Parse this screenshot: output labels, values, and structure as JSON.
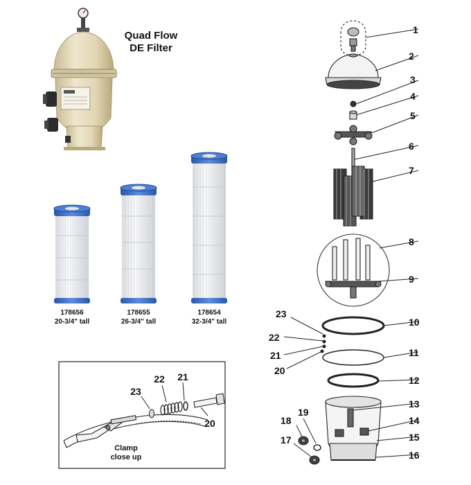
{
  "title": {
    "line1": "Quad Flow",
    "line2": "DE Filter"
  },
  "cartridges": [
    {
      "part": "178656",
      "height": "20-3/4\" tall"
    },
    {
      "part": "178655",
      "height": "26-3/4\" tall"
    },
    {
      "part": "178654",
      "height": "32-3/4\" tall"
    }
  ],
  "inset": {
    "caption_line1": "Clamp",
    "caption_line2": "close up",
    "callouts": [
      "23",
      "22",
      "21",
      "20"
    ]
  },
  "callouts": [
    "1",
    "2",
    "3",
    "4",
    "5",
    "6",
    "7",
    "8",
    "9",
    "10",
    "11",
    "12",
    "13",
    "14",
    "15",
    "16",
    "17",
    "18",
    "19",
    "20",
    "21",
    "22",
    "23"
  ],
  "colors": {
    "tank": "#e7dcbf",
    "tank_shadow": "#c9bb94",
    "cap_blue": "#3b6fcc",
    "cartridge": "#f2f2f2",
    "line": "#222222"
  }
}
